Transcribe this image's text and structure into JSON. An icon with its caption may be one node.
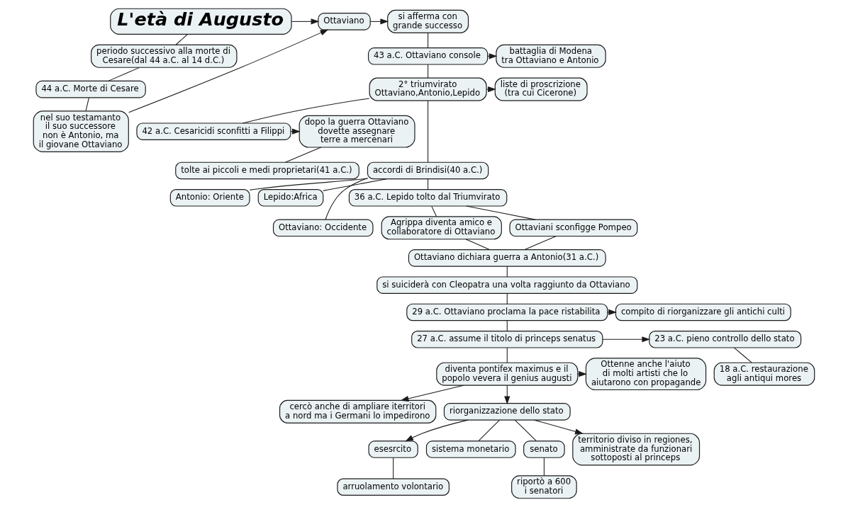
{
  "diagram": {
    "nodes": [
      {
        "text": [
          "L'età di Augusto"
        ]
      },
      {
        "text": [
          "periodo successivo alla morte di Cesare(dal 44 a.C. al 14 d.C.)"
        ]
      },
      {
        "text": [
          "44 a.C. Morte di Cesare"
        ]
      },
      {
        "text": [
          "nel suo testamanto il suo successore non è Antonio, ma il giovane Ottaviano"
        ]
      },
      {
        "text": [
          "Ottaviano"
        ]
      },
      {
        "text": [
          "si afferma con grande successo"
        ]
      },
      {
        "text": [
          "43 a.C. Ottaviano console"
        ]
      },
      {
        "text": [
          "battaglia di Modena tra Ottaviano e Antonio"
        ]
      },
      {
        "text": [
          "2° triumvirato Ottaviano,Antonio,Lepido"
        ]
      },
      {
        "text": [
          "liste di proscrizione (tra cui Cicerone)"
        ]
      },
      {
        "text": [
          "42 a.C. Cesaricidi sconfitti a Filippi"
        ]
      },
      {
        "text": [
          "dopo la guerra Ottaviano dovette assegnare terre a mercenari"
        ]
      },
      {
        "text": [
          "tolte ai piccoli e medi proprietari(41 a.C.)"
        ]
      },
      {
        "text": [
          "accordi di Brindisi(40 a.C.)"
        ]
      },
      {
        "text": [
          "Antonio: Oriente"
        ]
      },
      {
        "text": [
          "Lepido:Africa"
        ]
      },
      {
        "text": [
          "Ottaviano: Occidente"
        ]
      },
      {
        "text": [
          "36 a.C. Lepido tolto dal Triumvirato"
        ]
      },
      {
        "text": [
          "Ottaviani sconfigge Pompeo"
        ]
      },
      {
        "text": [
          "Agrippa diventa amico e collaboratore di Ottaviano"
        ]
      },
      {
        "text": [
          "Ottaviano dichiara guerra a Antonio(31 a.C.)"
        ]
      },
      {
        "text": [
          "si suiciderà con Cleopatra una volta raggiunto da Ottaviano"
        ]
      },
      {
        "text": [
          "29 a.C. Ottaviano proclama la pace ristabilita"
        ]
      },
      {
        "text": [
          "compito di riorganizzare gli antichi culti"
        ]
      },
      {
        "text": [
          "23 a.C. pieno controllo dello stato"
        ]
      },
      {
        "text": [
          "18 a.C. restaurazione agli antiqui mores"
        ]
      },
      {
        "text": [
          "27 a.C. assume il titolo di princeps senatus"
        ]
      },
      {
        "text": [
          "Ottenne anche l'aiuto di molti artisti che lo aiutarono con propagande"
        ]
      },
      {
        "text": [
          "diventa pontifex maximus e il popolo vevera il genius augusti"
        ]
      },
      {
        "text": [
          "cercò anche di ampliare iterritori a nord ma i Germani lo impedirono"
        ]
      },
      {
        "text": [
          "riorganizzazione dello stato"
        ]
      },
      {
        "text": [
          "esesrcito"
        ]
      },
      {
        "text": [
          "sistema monetario"
        ]
      },
      {
        "text": [
          "senato"
        ]
      },
      {
        "text": [
          "territorio diviso in regiones, amministrate da funzionari sottoposti al princeps"
        ]
      },
      {
        "text": [
          "arruolamento volontario"
        ]
      },
      {
        "text": [
          "riportò a 600 i senatori"
        ]
      }
    ],
    "edges": [
      {
        "from": 0,
        "to": 1,
        "arrow": "none"
      },
      {
        "from": 1,
        "to": 2,
        "arrow": "none"
      },
      {
        "from": 2,
        "to": 3,
        "arrow": "none"
      },
      {
        "from": 3,
        "to": 4,
        "arrow": "to"
      },
      {
        "from": 0,
        "to": 4,
        "arrow": "to"
      },
      {
        "from": 4,
        "to": 5,
        "arrow": "to"
      },
      {
        "from": 5,
        "to": 6,
        "arrow": "none"
      },
      {
        "from": 6,
        "to": 7,
        "arrow": "to"
      },
      {
        "from": 6,
        "to": 8,
        "arrow": "none"
      },
      {
        "from": 8,
        "to": 9,
        "arrow": "to"
      },
      {
        "from": 8,
        "to": 10,
        "arrow": "none"
      },
      {
        "from": 8,
        "to": 13,
        "arrow": "none"
      },
      {
        "from": 10,
        "to": 11,
        "arrow": "to"
      },
      {
        "from": 11,
        "to": 12,
        "arrow": "none"
      },
      {
        "from": 13,
        "to": 14,
        "arrow": "none"
      },
      {
        "from": 13,
        "to": 15,
        "arrow": "none"
      },
      {
        "from": 13,
        "to": 16,
        "arrow": "none"
      },
      {
        "from": 13,
        "to": 17,
        "arrow": "none"
      },
      {
        "from": 17,
        "to": 18,
        "arrow": "none"
      },
      {
        "from": 17,
        "to": 19,
        "arrow": "none"
      },
      {
        "from": 18,
        "to": 20,
        "arrow": "none"
      },
      {
        "from": 19,
        "to": 20,
        "arrow": "none"
      },
      {
        "from": 20,
        "to": 21,
        "arrow": "none"
      },
      {
        "from": 21,
        "to": 22,
        "arrow": "none"
      },
      {
        "from": 22,
        "to": 23,
        "arrow": "to"
      },
      {
        "from": 22,
        "to": 26,
        "arrow": "none"
      },
      {
        "from": 26,
        "to": 24,
        "arrow": "to"
      },
      {
        "from": 24,
        "to": 25,
        "arrow": "none"
      },
      {
        "from": 26,
        "to": 28,
        "arrow": "none"
      },
      {
        "from": 28,
        "to": 27,
        "arrow": "to"
      },
      {
        "from": 28,
        "to": 29,
        "arrow": "to"
      },
      {
        "from": 28,
        "to": 30,
        "arrow": "to"
      },
      {
        "from": 30,
        "to": 31,
        "arrow": "to"
      },
      {
        "from": 30,
        "to": 32,
        "arrow": "none"
      },
      {
        "from": 30,
        "to": 33,
        "arrow": "none"
      },
      {
        "from": 30,
        "to": 34,
        "arrow": "to"
      },
      {
        "from": 31,
        "to": 35,
        "arrow": "none"
      },
      {
        "from": 33,
        "to": 36,
        "arrow": "none"
      }
    ]
  }
}
